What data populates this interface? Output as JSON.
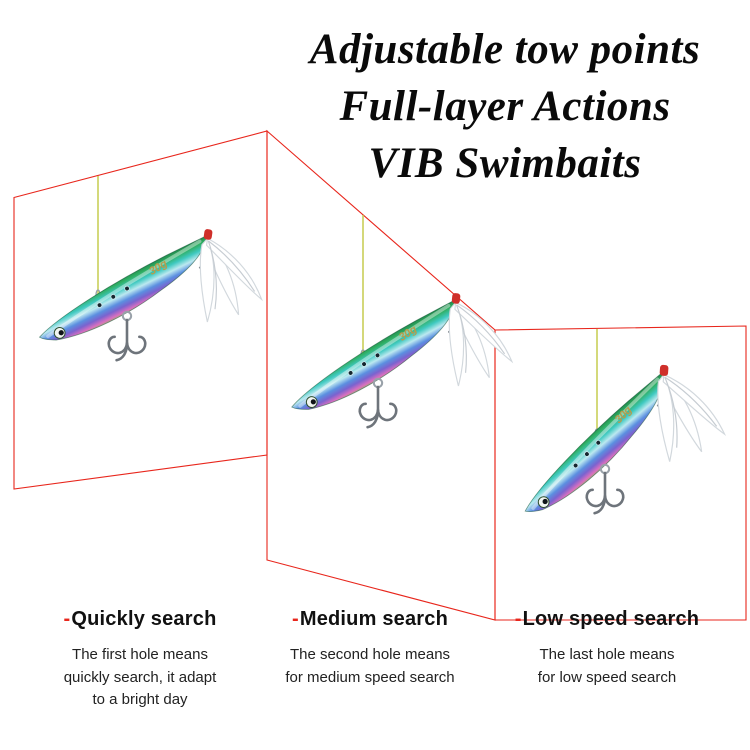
{
  "heading": {
    "lines": [
      "Adjustable tow points",
      "Full-layer Actions",
      "VIB Swimbaits"
    ]
  },
  "lure": {
    "weight_label": "30g"
  },
  "features": [
    {
      "dash": "-",
      "title": "Quickly search",
      "description": "The first hole means\nquickly search, it adapt\nto a bright day"
    },
    {
      "dash": "-",
      "title": "Medium search",
      "description": "The second hole means\nfor medium speed search"
    },
    {
      "dash": "-",
      "title": "Low speed search",
      "description": "The last hole means\nfor low speed search"
    }
  ],
  "colors": {
    "accent_red": "#e8261c",
    "tow_line_yellow": "#c6cc4f",
    "weight_gold": "#b79b4c",
    "headline_black": "#0a0a0a"
  }
}
